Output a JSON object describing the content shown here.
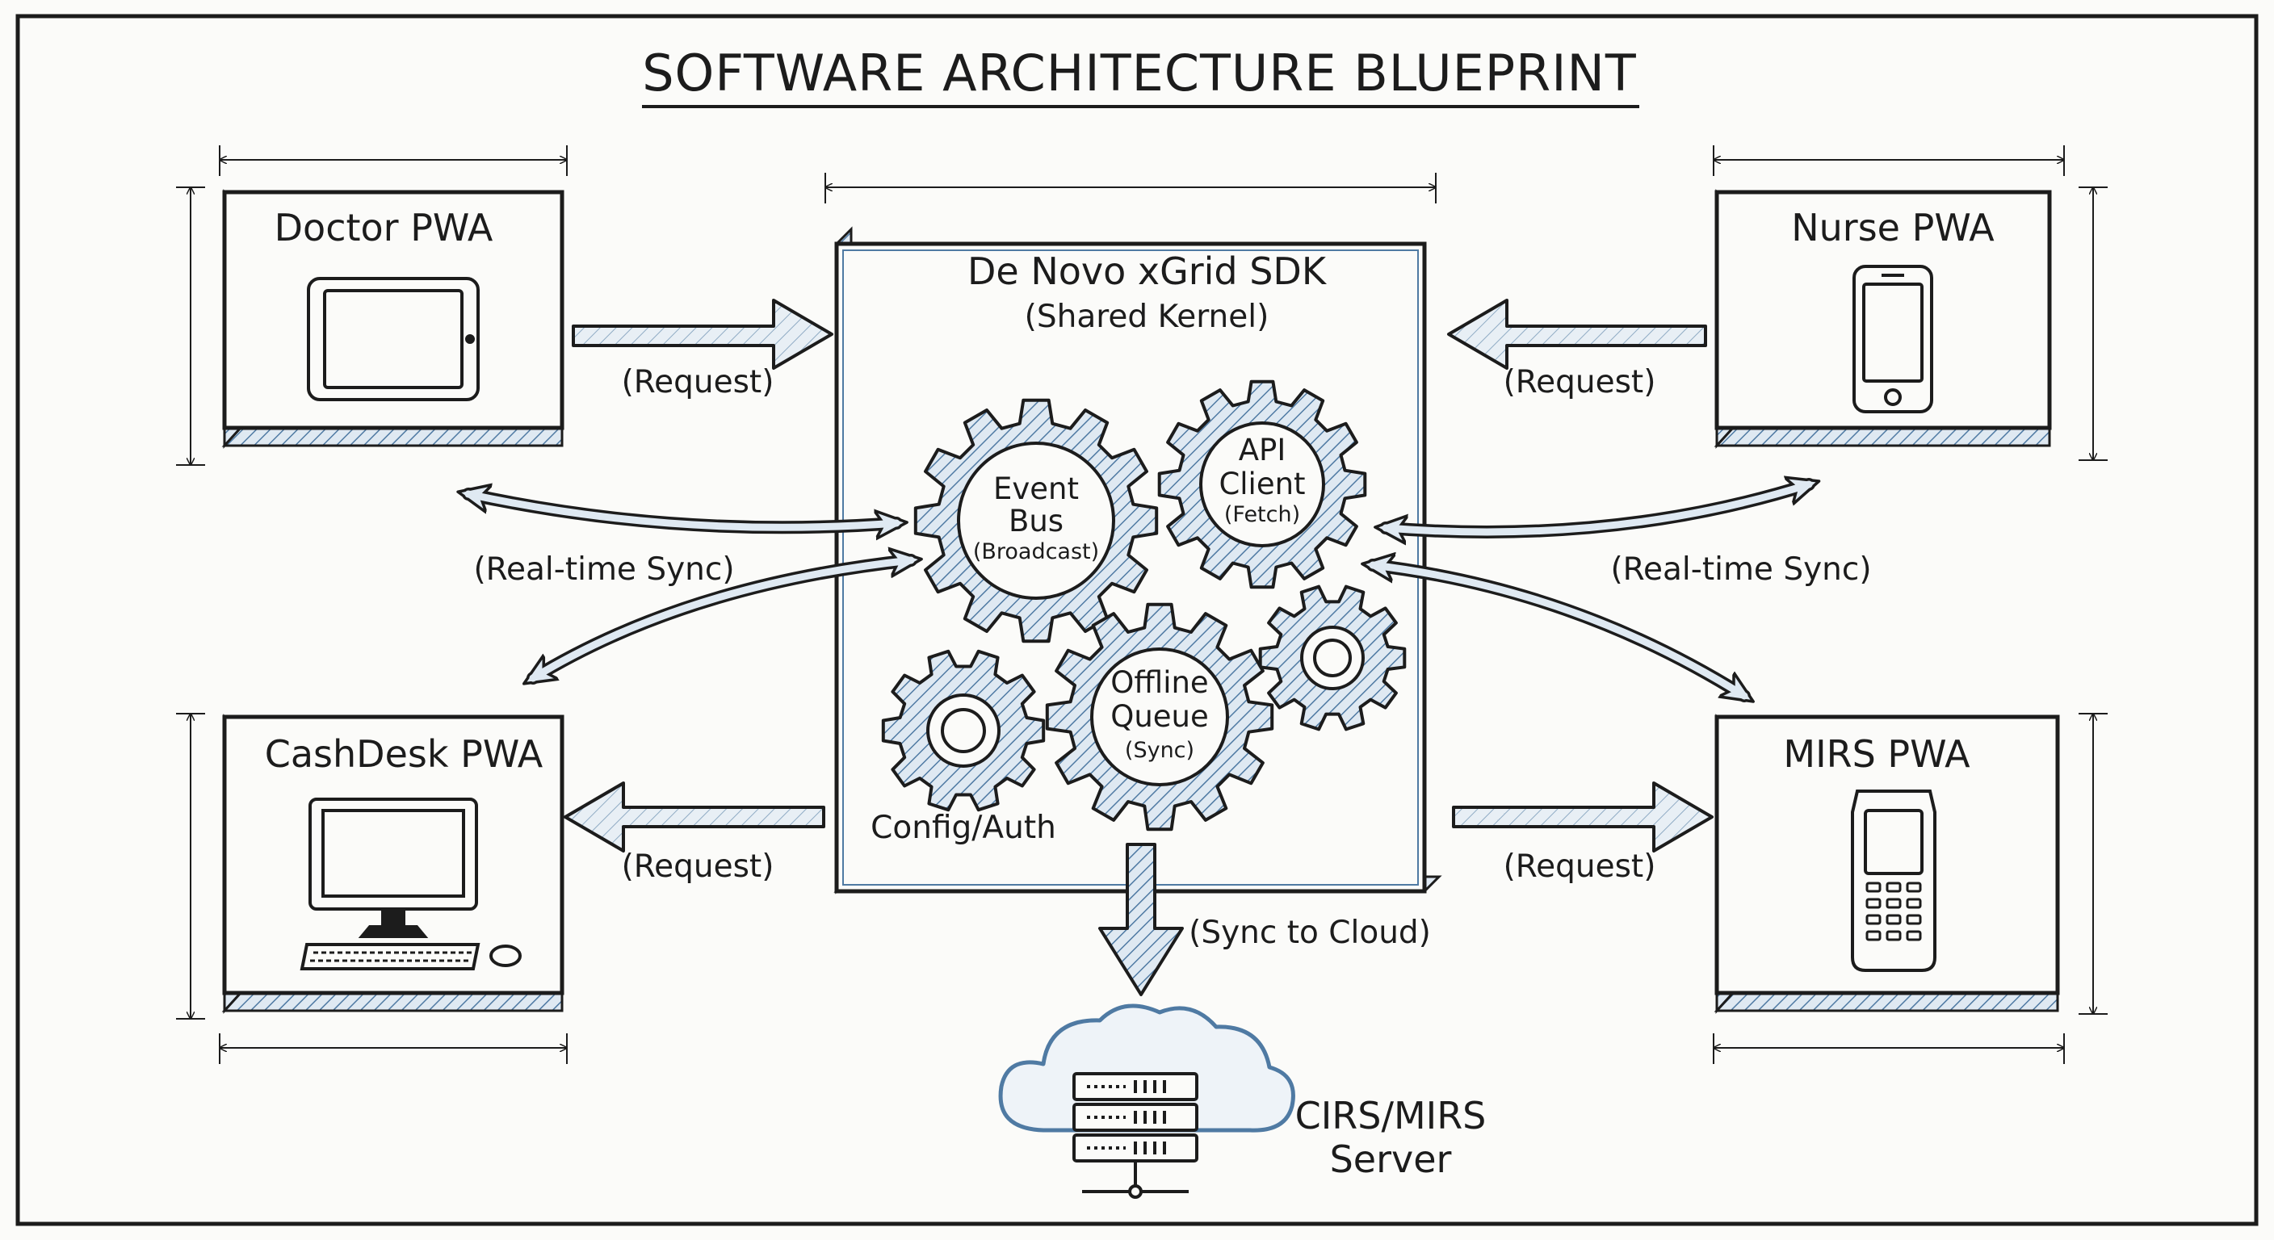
{
  "title": "SOFTWARE ARCHITECTURE BLUEPRINT",
  "kernel": {
    "title": "De Novo xGrid SDK",
    "subtitle": "(Shared Kernel)",
    "config_label": "Config/Auth",
    "gears": {
      "event_bus": {
        "line1": "Event",
        "line2": "Bus",
        "line3": "(Broadcast)"
      },
      "api_client": {
        "line1": "API",
        "line2": "Client",
        "line3": "(Fetch)"
      },
      "offline_queue": {
        "line1": "Offline",
        "line2": "Queue",
        "line3": "(Sync)"
      }
    }
  },
  "clients": {
    "doctor": {
      "title": "Doctor PWA",
      "device": "tablet-icon"
    },
    "nurse": {
      "title": "Nurse PWA",
      "device": "smartphone-icon"
    },
    "cashdesk": {
      "title": "CashDesk PWA",
      "device": "desktop-computer-icon"
    },
    "mirs": {
      "title": "MIRS PWA",
      "device": "handheld-scanner-icon"
    }
  },
  "labels": {
    "request_doctor": "(Request)",
    "request_nurse": "(Request)",
    "request_cashdesk": "(Request)",
    "request_mirs": "(Request)",
    "sync_left": "(Real-time Sync)",
    "sync_right": "(Real-time Sync)",
    "sync_cloud": "(Sync to Cloud)"
  },
  "server": {
    "line1": "CIRS/MIRS",
    "line2": "Server",
    "icon": "cloud-server-icon"
  },
  "colors": {
    "ink": "#1c1c1c",
    "blue_shade": "#4f7aa3",
    "light_fill": "#dfe9f2",
    "paper": "#fbfbf9"
  }
}
